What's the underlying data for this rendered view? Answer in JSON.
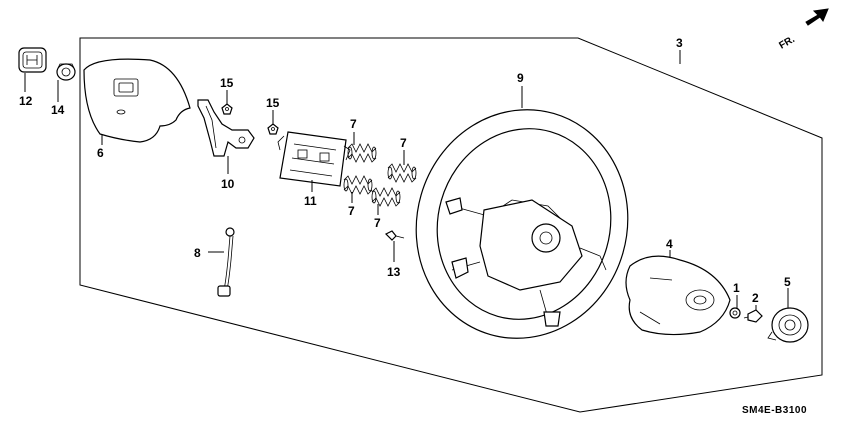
{
  "figure_code": "SM4E-B3100",
  "direction_label": "FR.",
  "callouts": [
    {
      "id": "c1",
      "text": "1"
    },
    {
      "id": "c2",
      "text": "2"
    },
    {
      "id": "c3",
      "text": "3"
    },
    {
      "id": "c4",
      "text": "4"
    },
    {
      "id": "c5",
      "text": "5"
    },
    {
      "id": "c6",
      "text": "6"
    },
    {
      "id": "c7a",
      "text": "7"
    },
    {
      "id": "c7b",
      "text": "7"
    },
    {
      "id": "c7c",
      "text": "7"
    },
    {
      "id": "c7d",
      "text": "7"
    },
    {
      "id": "c8",
      "text": "8"
    },
    {
      "id": "c9",
      "text": "9"
    },
    {
      "id": "c10",
      "text": "10"
    },
    {
      "id": "c11",
      "text": "11"
    },
    {
      "id": "c12",
      "text": "12"
    },
    {
      "id": "c13",
      "text": "13"
    },
    {
      "id": "c14",
      "text": "14"
    },
    {
      "id": "c15a",
      "text": "15"
    },
    {
      "id": "c15b",
      "text": "15"
    }
  ]
}
